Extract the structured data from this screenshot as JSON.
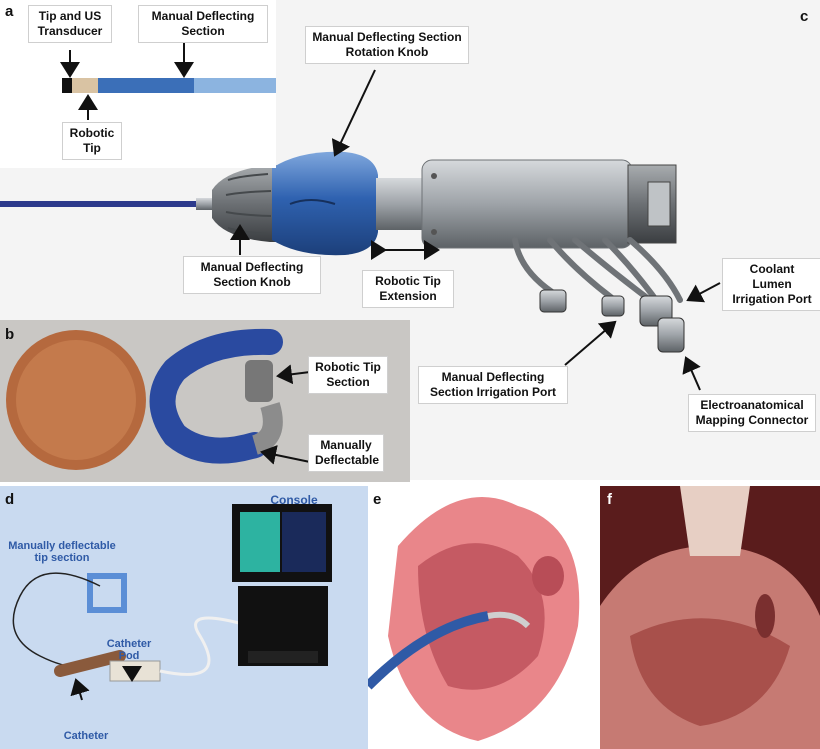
{
  "panels": {
    "a": {
      "label": "a",
      "tip_label": "Tip and US Transducer",
      "deflect_label": "Manual Deflecting Section",
      "robotic_label": "Robotic Tip"
    },
    "b": {
      "label": "b",
      "tip_label": "Robotic Tip Section",
      "deflect_label": "Manually Deflectable"
    },
    "c": {
      "label": "c",
      "rotation_knob": "Manual Deflecting Section Rotation Knob",
      "knob": "Manual Deflecting Section Knob",
      "extension": "Robotic Tip Extension",
      "coolant": "Coolant Lumen Irrigation Port",
      "irrigation": "Manual Deflecting Section Irrigation Port",
      "mapping": "Electroanatomical Mapping Connector"
    },
    "d": {
      "label": "d",
      "console": "Console",
      "tip_section": "Manually deflectable tip section",
      "pod": "Catheter Pod",
      "catheter": "Catheter"
    },
    "e": {
      "label": "e"
    },
    "f": {
      "label": "f"
    }
  },
  "colors": {
    "catheter_blue": "#3b6fb8",
    "handle_gray": "#9ea3a8",
    "console_text": "#2f5aa6",
    "heart_pink": "#e9868a"
  }
}
